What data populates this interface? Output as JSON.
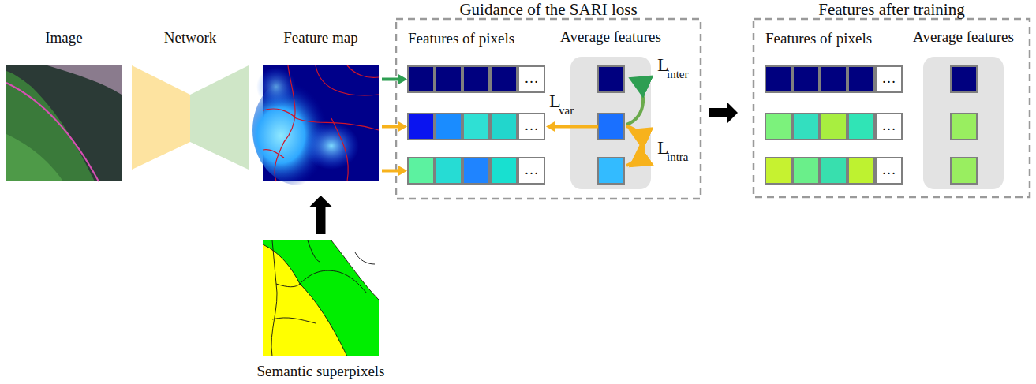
{
  "diagram": {
    "nodes": [
      {
        "text": [
          "Image"
        ]
      },
      {
        "text": [
          "Network"
        ]
      },
      {
        "text": [
          "Feature map"
        ]
      },
      {
        "text": [
          "Semantic superpixels"
        ]
      },
      {
        "text": [
          "Guidance of the SARI loss"
        ]
      },
      {
        "text": [
          "…"
        ],
        "in": 4
      },
      {
        "text": [
          "…"
        ],
        "in": 4
      },
      {
        "text": [
          "…"
        ],
        "in": 4
      },
      {
        "text": [
          "Average features"
        ],
        "in": 4
      },
      {
        "text": [
          "Features after training"
        ]
      },
      {
        "text": [
          "…"
        ],
        "in": 9
      },
      {
        "text": [
          "…"
        ],
        "in": 9
      },
      {
        "text": [
          "…"
        ],
        "in": 9
      },
      {
        "text": [
          "Average features"
        ],
        "in": 9
      }
    ],
    "edges": [
      {
        "from": 3,
        "to": 2,
        "arrow": "to"
      },
      {
        "from": 2,
        "to": 5,
        "arrow": "to"
      },
      {
        "from": 2,
        "to": 6,
        "arrow": "to"
      },
      {
        "from": 2,
        "to": 7,
        "arrow": "to"
      },
      {
        "from": 8,
        "to": 6,
        "arrow": "to"
      },
      {
        "from": 4,
        "to": 9,
        "arrow": "to"
      }
    ],
    "labels": [
      "Features of pixels",
      "Features of pixels",
      "L",
      "var",
      "L",
      "inter",
      "L",
      "intra"
    ]
  }
}
